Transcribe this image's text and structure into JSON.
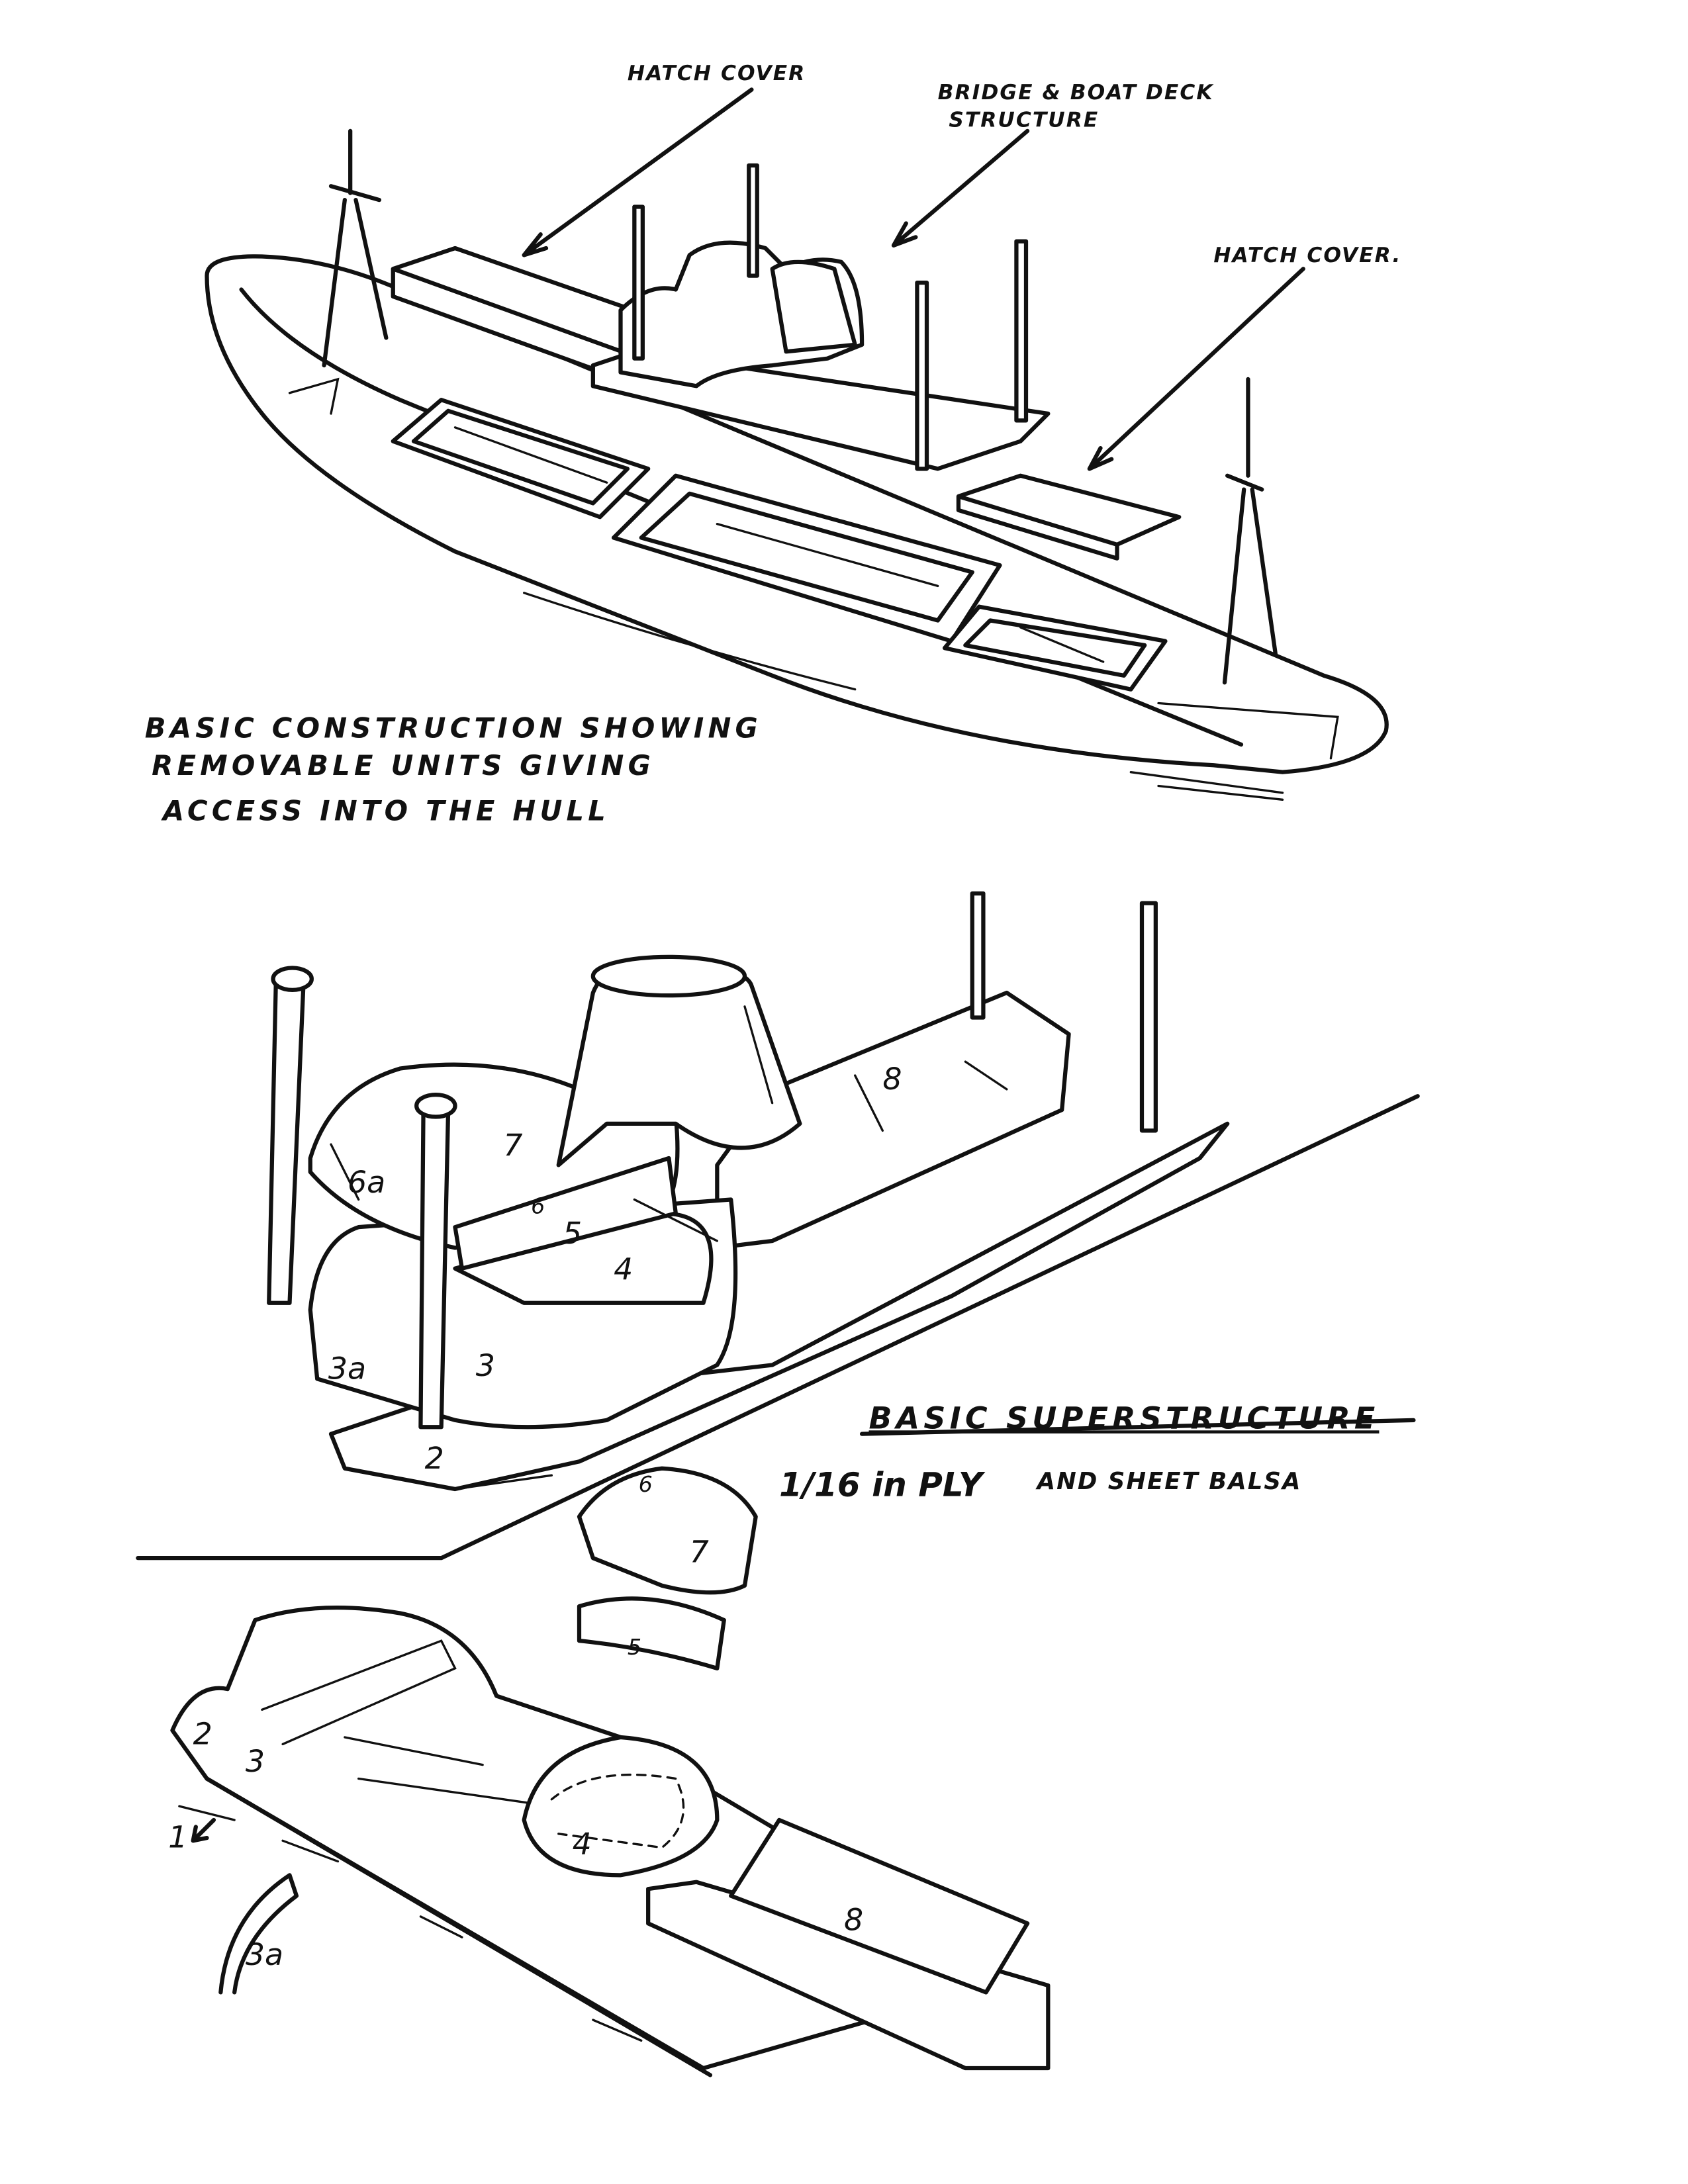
{
  "top_drawing": {
    "labels": {
      "hatch_cover_fore": "HATCH COVER",
      "bridge_line1": "BRIDGE & BOAT DECK",
      "bridge_line2": "STRUCTURE",
      "hatch_cover_aft": "HATCH COVER."
    },
    "caption": {
      "line1": "BASIC CONSTRUCTION SHOWING",
      "line2": "REMOVABLE UNITS GIVING",
      "line3": "ACCESS INTO THE HULL"
    }
  },
  "middle_drawing": {
    "title": "BASIC SUPERSTRUCTURE",
    "subtitle_a": "1/16 in PLY",
    "subtitle_b": "AND SHEET BALSA",
    "parts": {
      "p8": "8",
      "p7": "7",
      "p6a": "6a",
      "p6": "6",
      "p5": "5",
      "p4": "4",
      "p3": "3",
      "p3a": "3a",
      "p2": "2"
    }
  },
  "exploded_drawing": {
    "parts": {
      "p6": "6",
      "p7": "7",
      "p5": "5",
      "p2": "2",
      "p3": "3",
      "p1": "1",
      "p4": "4",
      "p8": "8",
      "p3a": "3a"
    }
  }
}
